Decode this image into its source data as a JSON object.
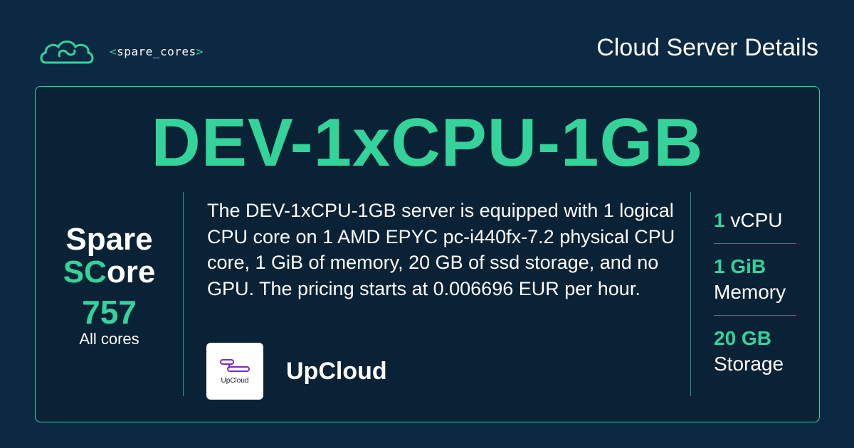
{
  "brand": {
    "name_open": "<",
    "name": "spare_cores",
    "name_close": ">",
    "accent_color": "#34d399",
    "background_color": "#0b2942"
  },
  "header": {
    "title": "Cloud Server Details"
  },
  "server": {
    "name": "DEV-1xCPU-1GB",
    "description": "The DEV-1xCPU-1GB server is equipped with 1 logical CPU core on 1 AMD EPYC pc-i440fx-7.2 physical CPU core, 1 GiB of memory, 20 GB of ssd storage, and no GPU. The pricing starts at 0.006696 EUR per hour."
  },
  "score": {
    "title_line1": "Spare",
    "title_accent": "SC",
    "title_rest": "ore",
    "value": "757",
    "label": "All cores"
  },
  "vendor": {
    "name": "UpCloud",
    "logo_text": "UpCloud",
    "logo_icon": "upcloud-logo-icon",
    "logo_color": "#7b2cbf"
  },
  "specs": {
    "cpu": {
      "value": "1",
      "unit": "vCPU"
    },
    "memory": {
      "value": "1 GiB",
      "unit": "Memory"
    },
    "storage": {
      "value": "20 GB",
      "unit": "Storage"
    }
  }
}
